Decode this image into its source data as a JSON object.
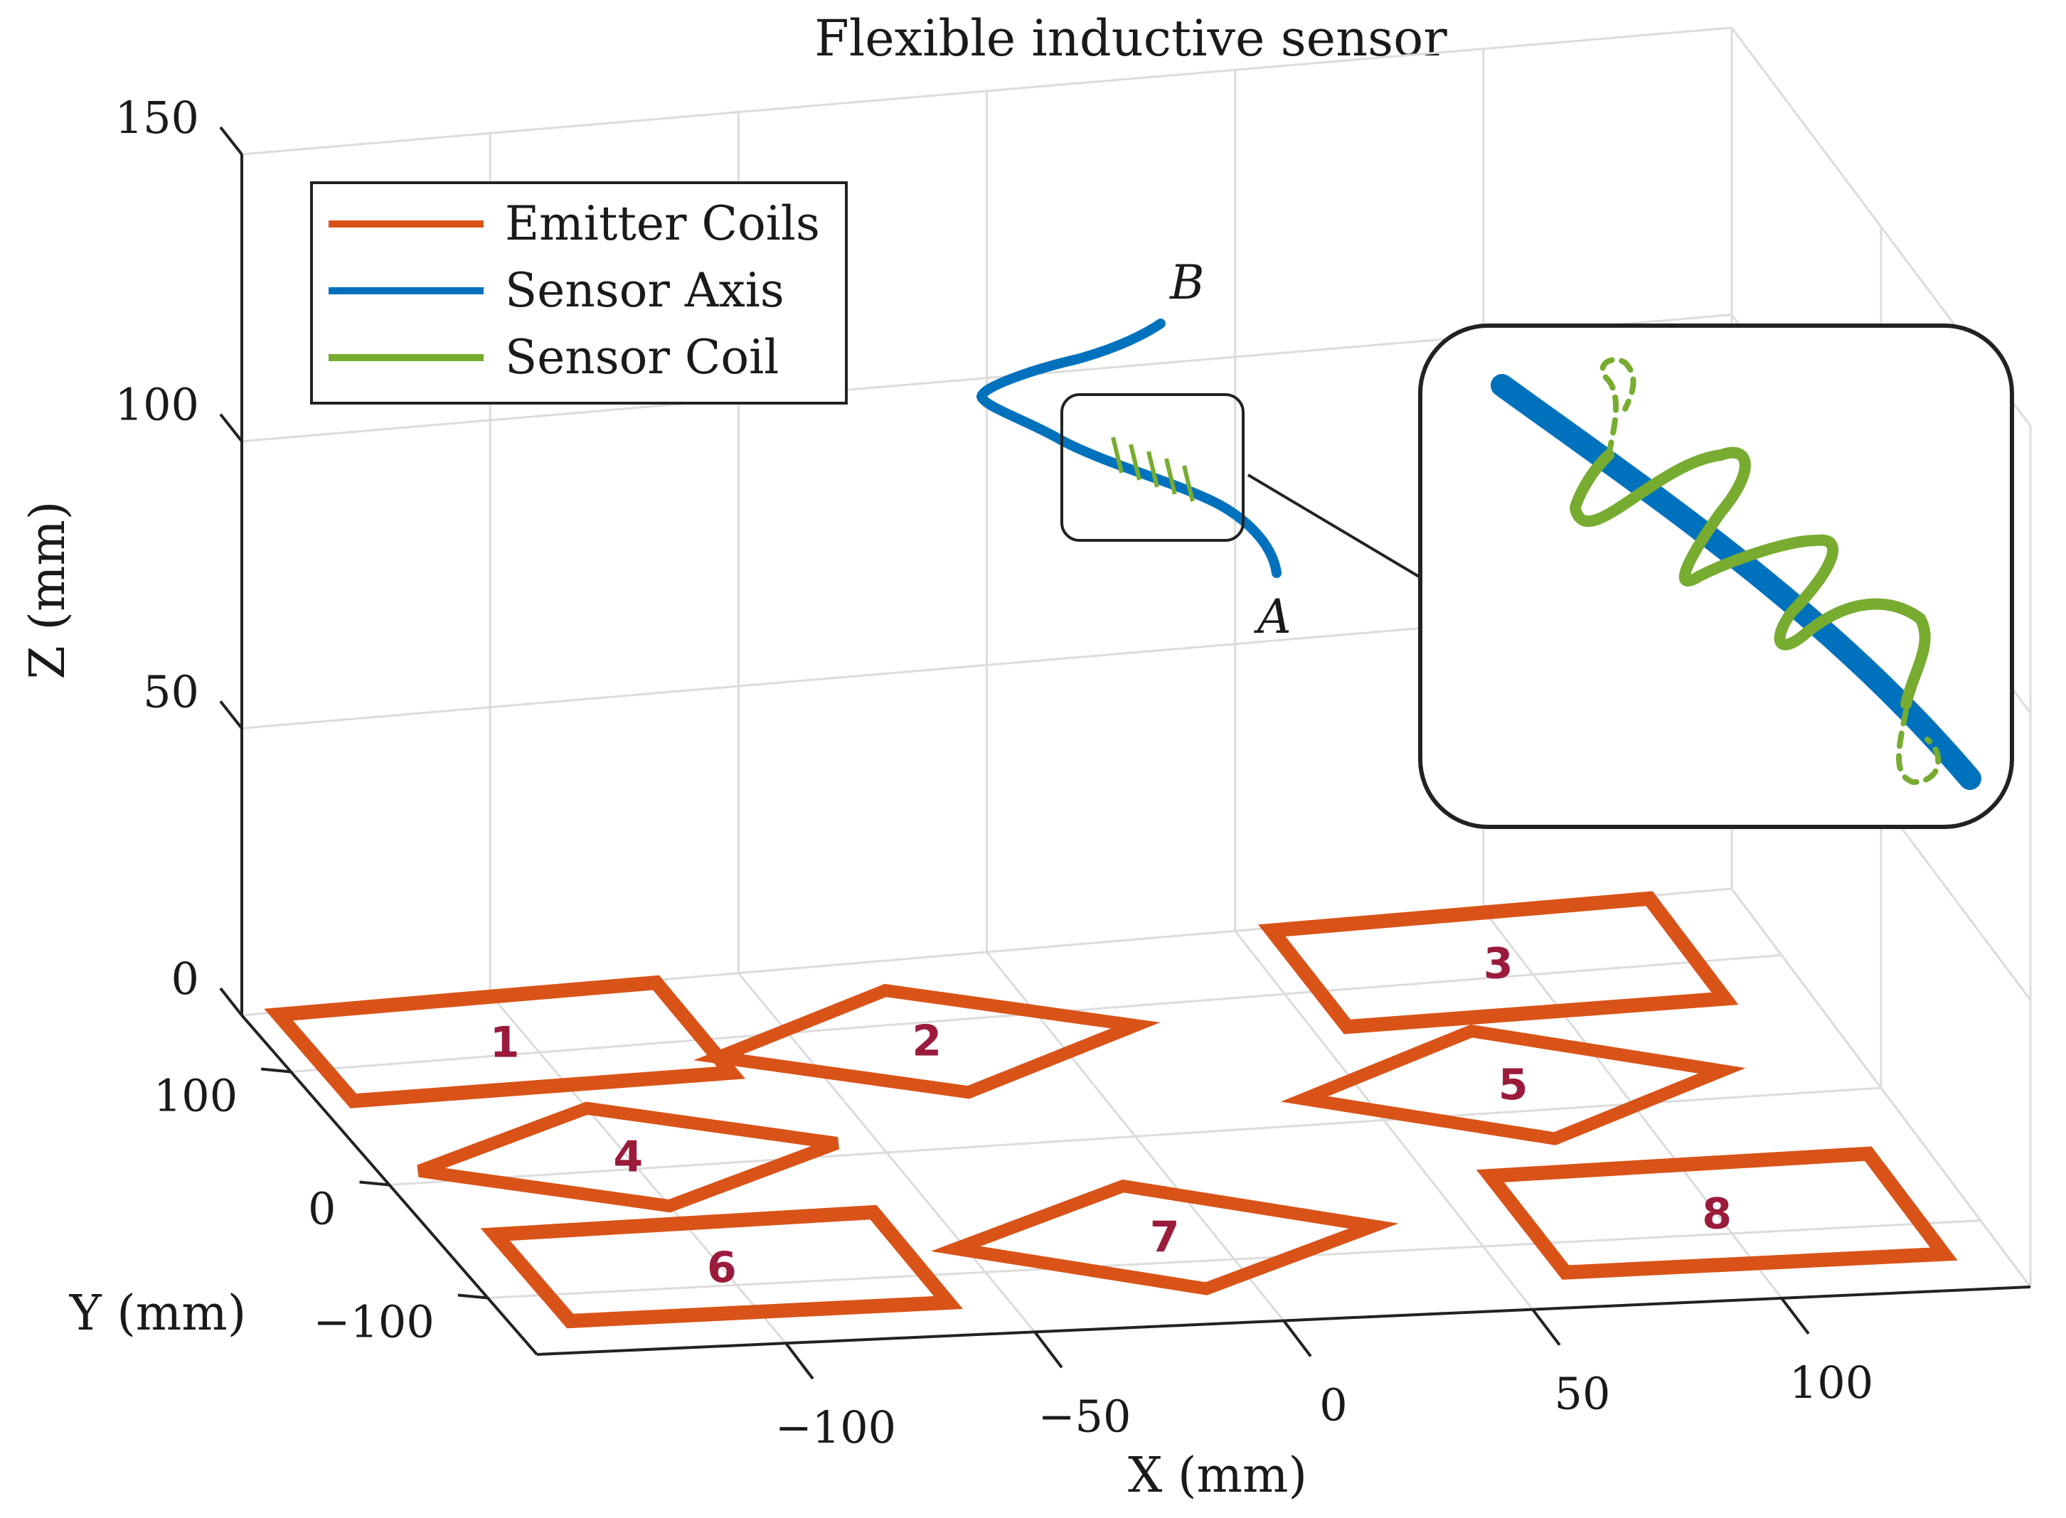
{
  "chart_data": {
    "type": "3d-line",
    "title": "Flexible inductive sensor",
    "xlabel": "X (mm)",
    "ylabel": "Y (mm)",
    "zlabel": "Z (mm)",
    "x_ticks": [
      "−100",
      "−50",
      "0",
      "50",
      "100"
    ],
    "y_ticks": [
      "−100",
      "0",
      "100"
    ],
    "z_ticks": [
      "0",
      "50",
      "100",
      "150"
    ],
    "xlim": [
      -150,
      150
    ],
    "ylim": [
      -150,
      150
    ],
    "zlim": [
      0,
      150
    ],
    "grid": true,
    "legend_position": "top-left",
    "legend": [
      {
        "label": "Emitter Coils",
        "color": "#d95319"
      },
      {
        "label": "Sensor Axis",
        "color": "#0072bd"
      },
      {
        "label": "Sensor Coil",
        "color": "#77ac30"
      }
    ],
    "emitter_coils": [
      {
        "id": "1",
        "center": [
          -105,
          110,
          0
        ],
        "shape": "square"
      },
      {
        "id": "2",
        "center": [
          -25,
          85,
          0
        ],
        "shape": "diamond"
      },
      {
        "id": "3",
        "center": [
          95,
          110,
          0
        ],
        "shape": "square"
      },
      {
        "id": "4",
        "center": [
          -100,
          10,
          0
        ],
        "shape": "diamond"
      },
      {
        "id": "5",
        "center": [
          80,
          20,
          0
        ],
        "shape": "diamond"
      },
      {
        "id": "6",
        "center": [
          -100,
          -85,
          0
        ],
        "shape": "square"
      },
      {
        "id": "7",
        "center": [
          -10,
          -80,
          0
        ],
        "shape": "diamond"
      },
      {
        "id": "8",
        "center": [
          100,
          -85,
          0
        ],
        "shape": "square"
      }
    ],
    "sensor_axis": {
      "start_label": "A",
      "end_label": "B",
      "points": [
        [
          15,
          -40,
          65
        ],
        [
          8,
          -30,
          75
        ],
        [
          0,
          -15,
          82
        ],
        [
          -10,
          0,
          86
        ],
        [
          -22,
          15,
          92
        ],
        [
          -35,
          30,
          100
        ],
        [
          -40,
          40,
          106
        ],
        [
          -30,
          50,
          110
        ],
        [
          -15,
          55,
          116
        ],
        [
          0,
          60,
          123
        ]
      ]
    },
    "sensor_coil": {
      "turns": 4,
      "center": [
        -15,
        10,
        88
      ]
    },
    "inset": {
      "description_visible": false
    }
  }
}
